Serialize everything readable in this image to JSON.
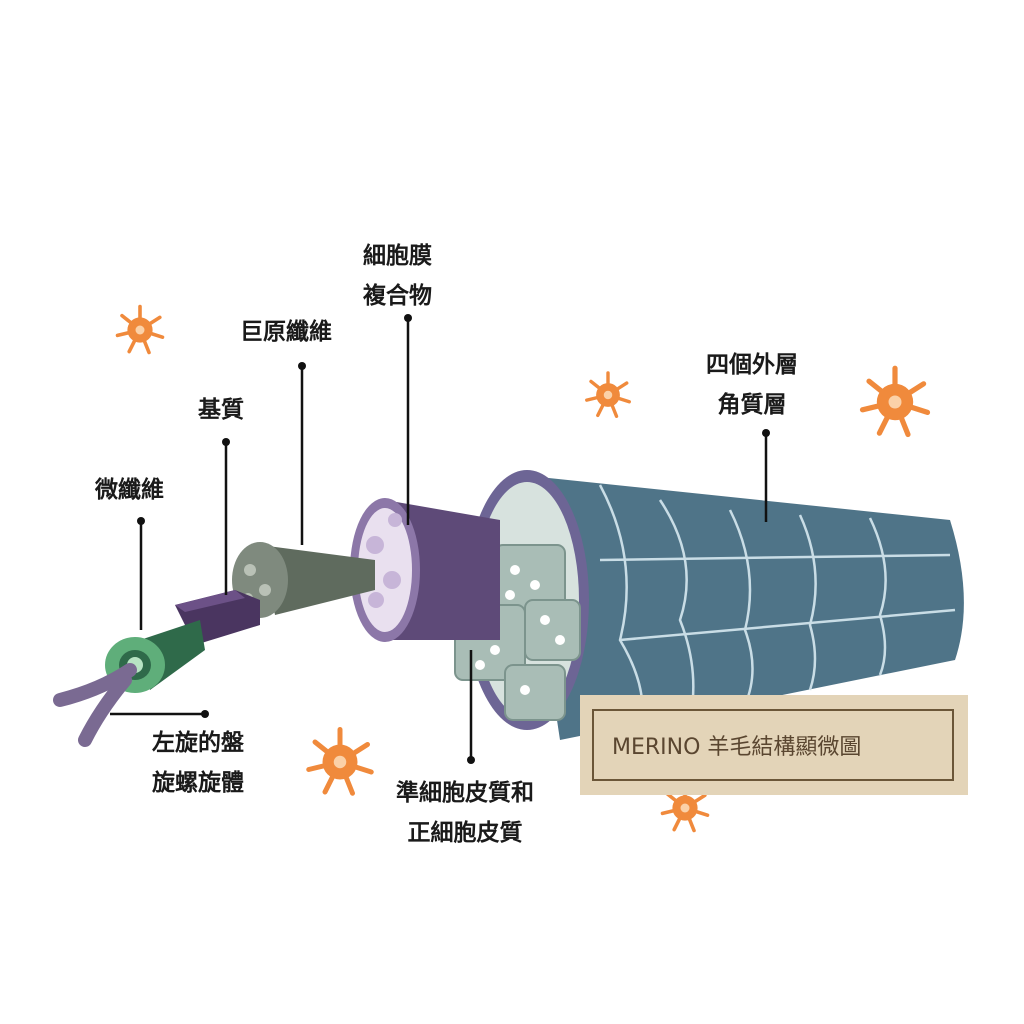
{
  "title": "MERINO 羊毛結構顯微圖",
  "labels": {
    "microfibril": "微纖維",
    "matrix": "基質",
    "macrofibril": "巨原纖維",
    "cell_membrane": [
      "細胞膜",
      "複合物"
    ],
    "cuticle": [
      "四個外層",
      "角質層"
    ],
    "helix": [
      "左旋的盤",
      "旋螺旋體"
    ],
    "cortex": [
      "準細胞皮質和",
      "正細胞皮質"
    ]
  },
  "colors": {
    "cuticle": "#4f7488",
    "cortex": "#b9c8c2",
    "membrane": "#5e4a78",
    "macrofibril": "#5f6b5e",
    "matrix": "#4a3560",
    "microfibril": "#5fae7a",
    "virus": "#f08a3c",
    "title_bg": "#e3d4b8"
  }
}
